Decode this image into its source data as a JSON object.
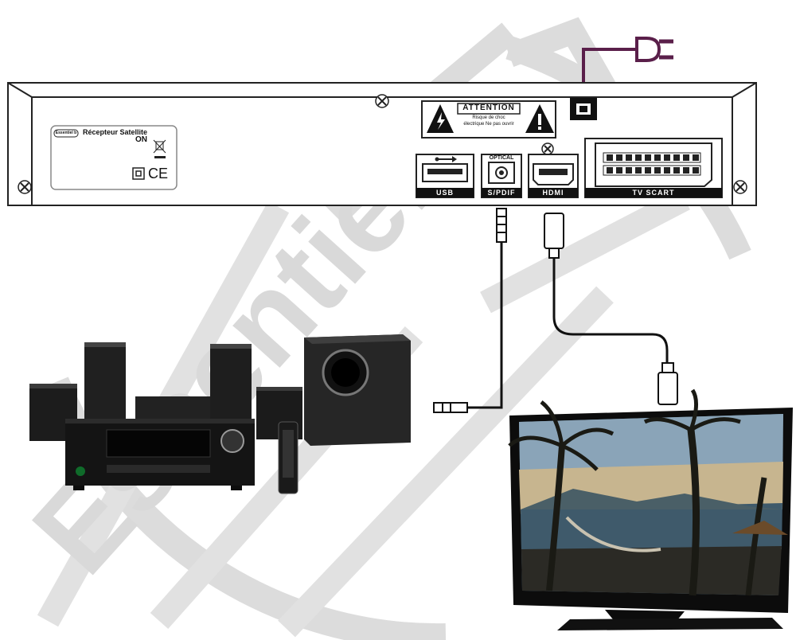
{
  "watermark": {
    "text": "Essentiel b"
  },
  "receiver": {
    "label_brand": "Essentiel b",
    "label_title": "Récepteur Satellite",
    "label_on": "ON",
    "warning": {
      "title": "ATTENTION",
      "line1": "Risque de choc",
      "line2": "électrique Ne pas ouvrir"
    },
    "ports": {
      "usb": "USB",
      "optical_top": "OPTICAL",
      "optical_bottom": "S/PDIF",
      "hdmi": "HDMI",
      "scart": "TV SCART"
    },
    "ce_mark": "CE"
  },
  "devices": {
    "home_cinema": "home-cinema-system",
    "television": "flat-screen-tv",
    "power_plug": "power-plug-icon"
  },
  "colors": {
    "power_cable": "#5a1f4a",
    "cable": "#111111",
    "watermark": "#d9d9d9"
  }
}
